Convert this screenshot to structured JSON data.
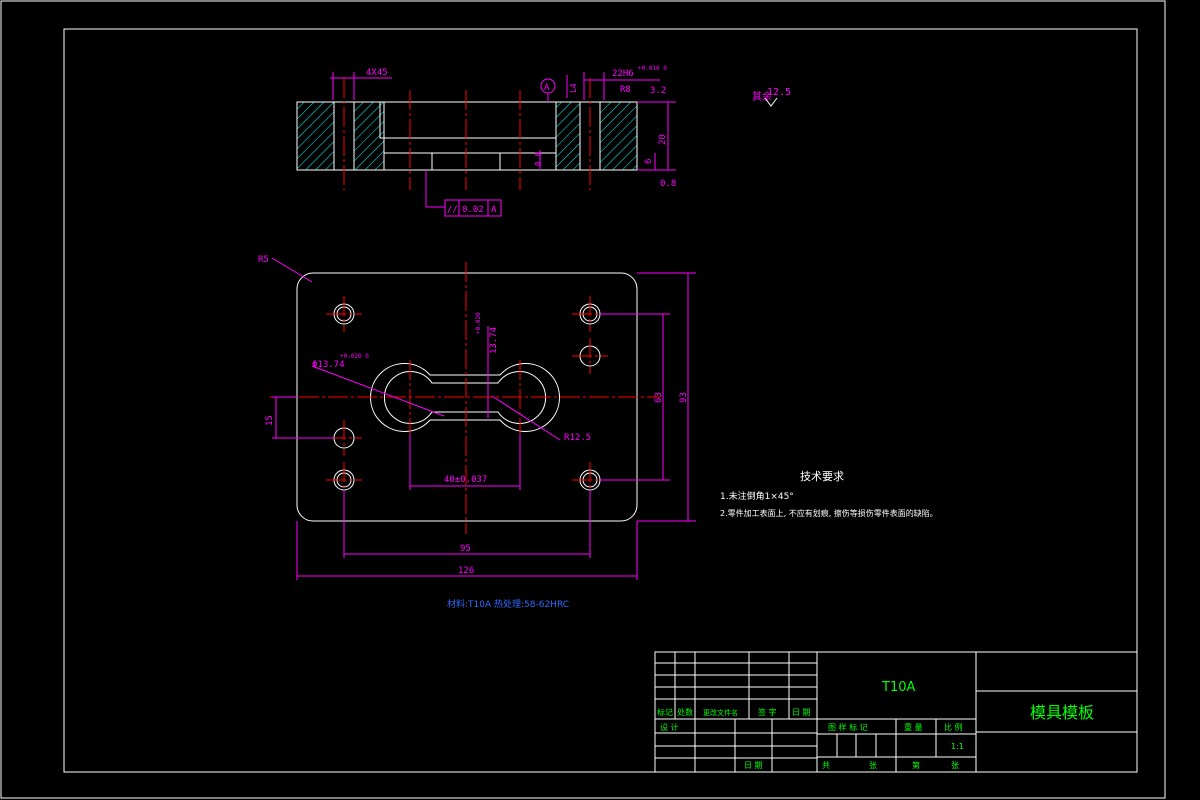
{
  "top_view": {
    "dim_4x45": "4X45",
    "datum_a": "A",
    "dim_l4": "L4",
    "dim_22h6": "22H6",
    "dim_22h6_tol": "+0.016 0",
    "dim_r8": "R8",
    "dim_3_2": "3.2",
    "dim_20": "20",
    "dim_6": "6",
    "dim_0_8_small": "0.8",
    "dim_0_8": "0.8",
    "tol_symbol": "//",
    "tol_value": "0.02",
    "tol_datum": "A"
  },
  "roughness": {
    "label": "其余",
    "value": "12.5"
  },
  "plan_view": {
    "r5": "R5",
    "dia_label": "Φ13.74",
    "dia_tol": "+0.020 0",
    "dim_13_74": "13.74",
    "dim_13_74_tol": "+0.020",
    "dim_r12_5": "R12.5",
    "dim_15": "15",
    "dim_40": "40±0.037",
    "dim_63": "63",
    "dim_93": "93",
    "dim_95": "95",
    "dim_126": "126"
  },
  "tech_req": {
    "title": "技术要求",
    "line1": "1.未注倒角1×45°",
    "line2": "2.零件加工表面上, 不应有划痕, 擦伤等损伤零件表面的缺陷。"
  },
  "note_blue": "材料:T10A 热处理:58-62HRC",
  "title_block": {
    "material": "T10A",
    "part_name": "模具模板",
    "scale": "1:1",
    "hdr_biaoji": "标记",
    "hdr_chushu": "处数",
    "hdr_gengai": "更改文件名",
    "hdr_qianzi": "签 字",
    "hdr_riqi": "日 期",
    "sheji": "设 计",
    "riqi": "日 期",
    "tuyang": "图 样 标 记",
    "zhongliang": "重 量",
    "bili": "比 例",
    "gong": "共",
    "zhang1": "张",
    "di": "第",
    "zhang2": "张"
  }
}
